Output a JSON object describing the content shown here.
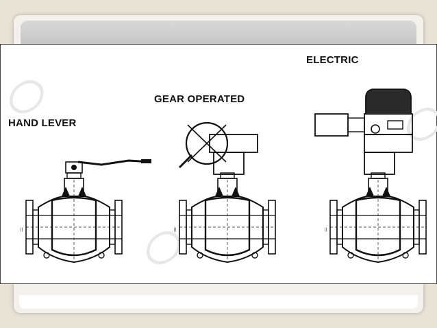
{
  "labels": {
    "hand_lever": "HAND LEVER",
    "gear_operated": "GEAR OPERATED",
    "electric": "ELECTRIC"
  },
  "colors": {
    "background": "#e9e2d6",
    "slide": "#f4f1ec",
    "title_bar": "#c8c8c8",
    "line": "#111111"
  }
}
